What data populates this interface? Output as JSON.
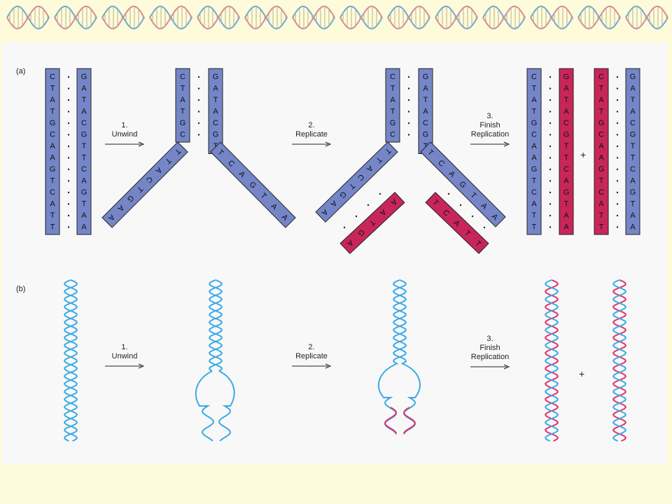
{
  "panels": {
    "a": {
      "label": "(a)"
    },
    "b": {
      "label": "(b)"
    }
  },
  "steps": [
    {
      "number": "1.",
      "label": "Unwind"
    },
    {
      "number": "2.",
      "label": "Replicate"
    },
    {
      "number": "3.",
      "label": "Finish\nReplication"
    }
  ],
  "plus_sign": "+",
  "strands": {
    "left": "CTATGCAAGTCATT",
    "right": "GATACGTTCAGTAA",
    "left_upper": "CTATGC",
    "right_upper": "GATACGT",
    "left_arm": "TTACTGAA",
    "right_arm": "TCAGTAA",
    "new_left": "AATGA",
    "new_right": "TCATT"
  },
  "colors": {
    "old_strand": "#7586c8",
    "new_strand": "#c8265a",
    "old_helix": "#3aaae6",
    "new_helix": "#e0336b",
    "background": "#fdfbd9"
  }
}
